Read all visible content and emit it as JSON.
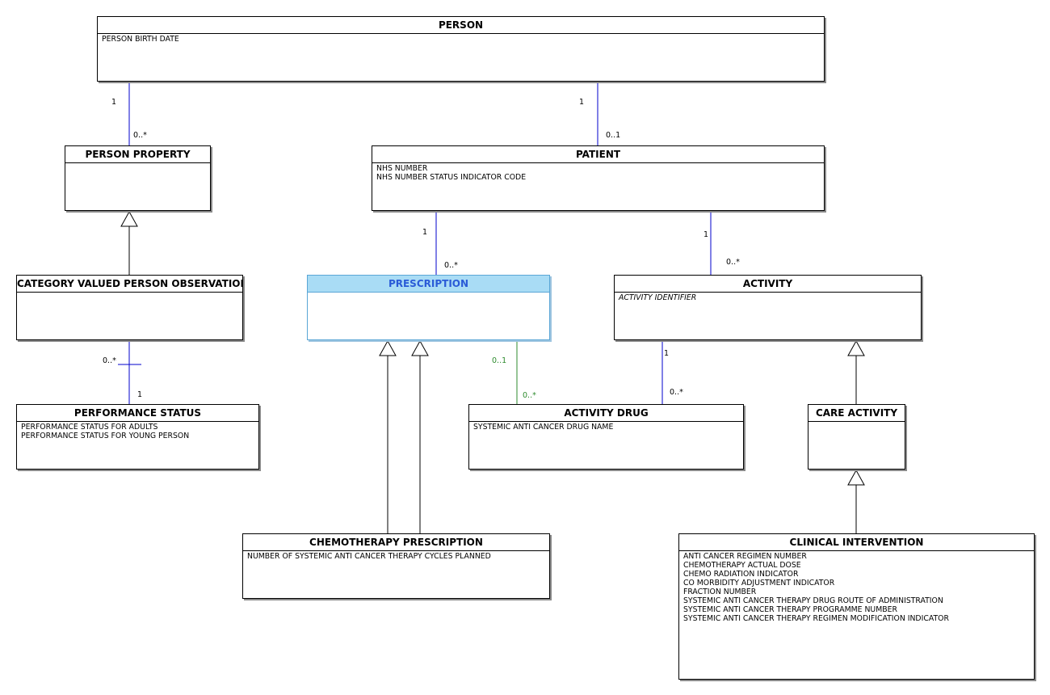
{
  "colors": {
    "association_line": "#0000cc",
    "optional_line": "#2e8b2e",
    "selected_header_bg": "#a9dcf5",
    "selected_header_text": "#2a5bd7"
  },
  "entities": {
    "person": {
      "name": "PERSON",
      "attributes": [
        "PERSON BIRTH DATE"
      ]
    },
    "person_property": {
      "name": "PERSON PROPERTY",
      "attributes": []
    },
    "patient": {
      "name": "PATIENT",
      "attributes": [
        "NHS NUMBER",
        "NHS NUMBER STATUS INDICATOR CODE"
      ]
    },
    "category_valued": {
      "name": "CATEGORY VALUED PERSON OBSERVATION",
      "attributes": []
    },
    "prescription": {
      "name": "PRESCRIPTION",
      "attributes": []
    },
    "activity": {
      "name": "ACTIVITY",
      "attributes": [
        "ACTIVITY IDENTIFIER"
      ]
    },
    "performance_status": {
      "name": "PERFORMANCE STATUS",
      "attributes": [
        "PERFORMANCE STATUS FOR ADULTS",
        "PERFORMANCE STATUS FOR YOUNG PERSON"
      ]
    },
    "activity_drug": {
      "name": "ACTIVITY DRUG",
      "attributes": [
        "SYSTEMIC ANTI CANCER DRUG NAME"
      ]
    },
    "care_activity": {
      "name": "CARE ACTIVITY",
      "attributes": []
    },
    "chemo_prescription": {
      "name": "CHEMOTHERAPY PRESCRIPTION",
      "attributes": [
        "NUMBER OF SYSTEMIC ANTI CANCER THERAPY CYCLES PLANNED"
      ]
    },
    "clinical_intervention": {
      "name": "CLINICAL INTERVENTION",
      "attributes": [
        "ANTI CANCER REGIMEN NUMBER",
        "CHEMOTHERAPY ACTUAL DOSE",
        "CHEMO RADIATION INDICATOR",
        "CO MORBIDITY ADJUSTMENT INDICATOR",
        "FRACTION NUMBER",
        "SYSTEMIC ANTI CANCER THERAPY DRUG ROUTE OF ADMINISTRATION",
        "SYSTEMIC ANTI CANCER THERAPY PROGRAMME NUMBER",
        "SYSTEMIC ANTI CANCER THERAPY REGIMEN MODIFICATION INDICATOR"
      ]
    }
  },
  "multiplicities": {
    "person_pp_source": "1",
    "person_pp_target": "0..*",
    "person_patient_source": "1",
    "person_patient_target": "0..1",
    "patient_prescription_source": "1",
    "patient_prescription_target": "0..*",
    "patient_activity_source": "1",
    "patient_activity_target": "0..*",
    "cvpo_ps_source": "0..*",
    "cvpo_ps_target": "1",
    "prescription_drug_source": "0..1",
    "prescription_drug_target": "0..*",
    "activity_drug_source": "1",
    "activity_drug_target": "0..*"
  }
}
